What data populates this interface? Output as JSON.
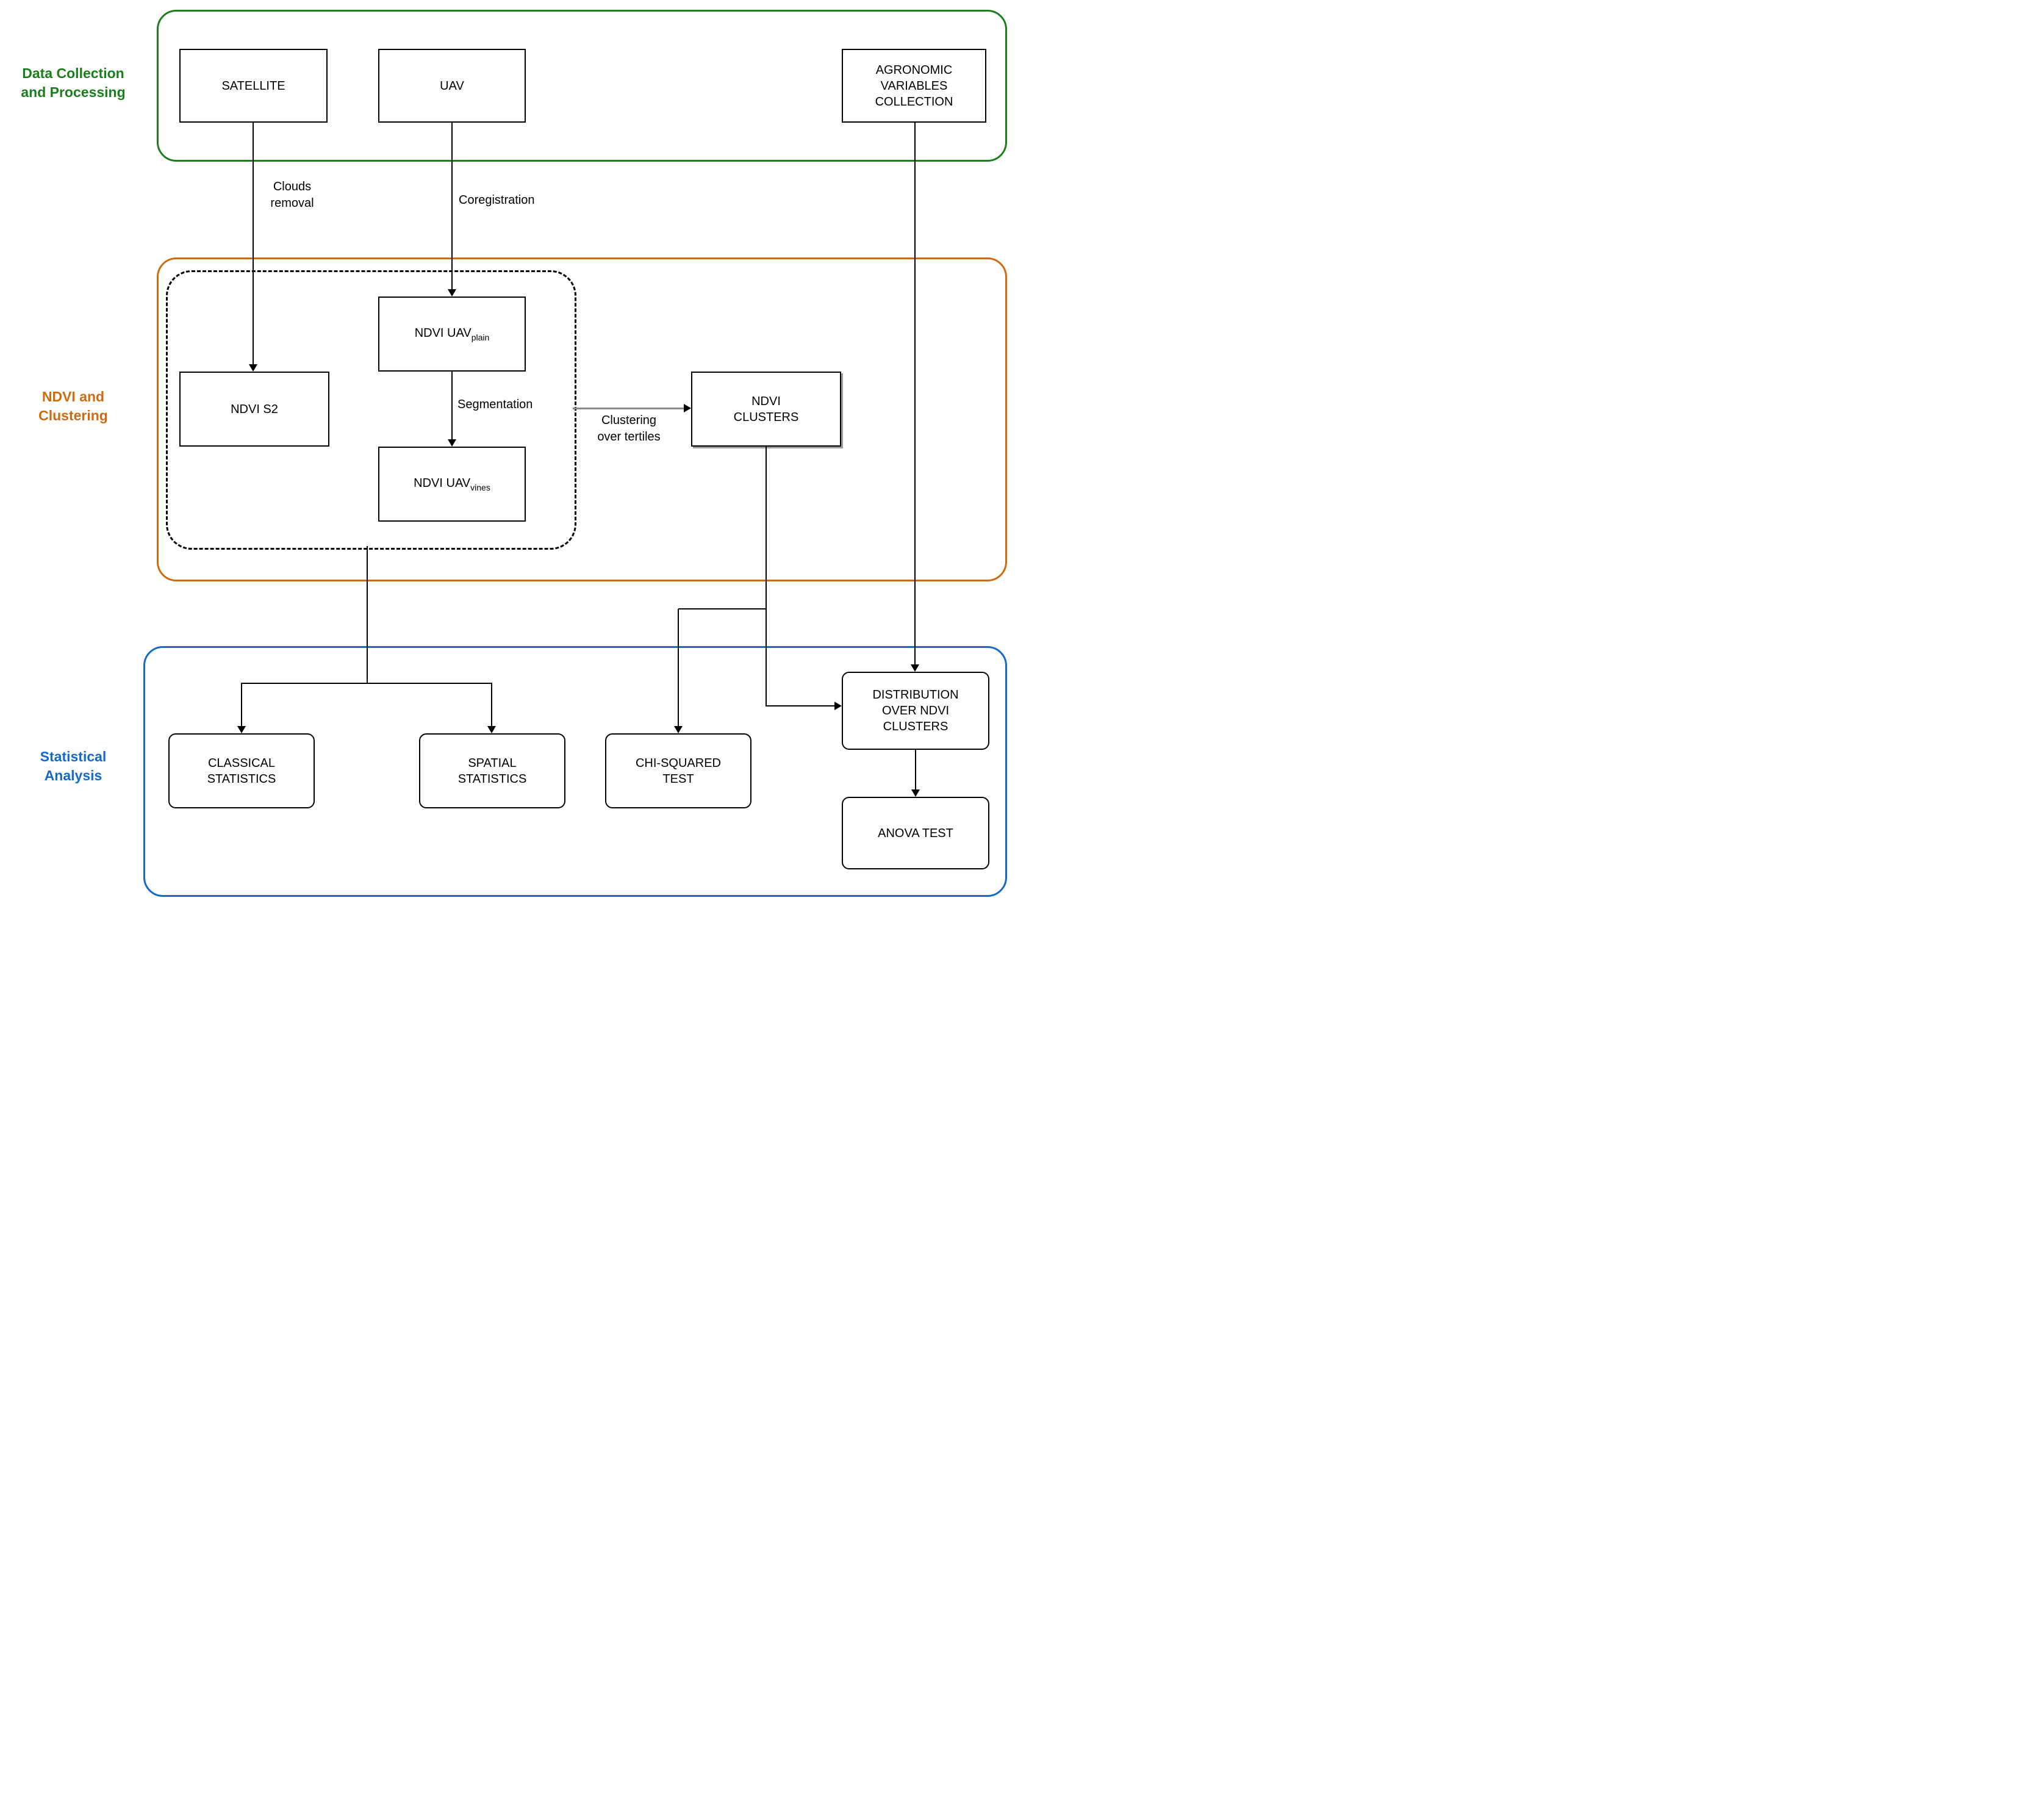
{
  "colors": {
    "section_green": "#1b7e1b",
    "section_orange": "#cf6b0e",
    "section_blue": "#1569c7",
    "connector_black": "#000000",
    "connector_gray": "#8a8a8a"
  },
  "sections": [
    {
      "id": "data-collection",
      "label": "Data Collection\nand Processing"
    },
    {
      "id": "ndvi-clustering",
      "label": "NDVI and\nClustering"
    },
    {
      "id": "statistical-analysis",
      "label": "Statistical\nAnalysis"
    }
  ],
  "nodes": {
    "satellite": {
      "label": "SATELLITE"
    },
    "uav": {
      "label": "UAV"
    },
    "agronomic": {
      "label": "AGRONOMIC\nVARIABLES\nCOLLECTION"
    },
    "ndvi_s2": {
      "label": "NDVI S2"
    },
    "ndvi_uav_plain": {
      "main": "NDVI UAV",
      "sub": "plain"
    },
    "ndvi_uav_vines": {
      "main": "NDVI UAV",
      "sub": "vines"
    },
    "ndvi_clusters": {
      "label": "NDVI\nCLUSTERS"
    },
    "classical_statistics": {
      "label": "CLASSICAL\nSTATISTICS"
    },
    "spatial_statistics": {
      "label": "SPATIAL\nSTATISTICS"
    },
    "chi_squared_test": {
      "label": "CHI-SQUARED\nTEST"
    },
    "distribution_over_ndvi_clusters": {
      "label": "DISTRIBUTION\nOVER NDVI\nCLUSTERS"
    },
    "anova_test": {
      "label": "ANOVA TEST"
    }
  },
  "edge_labels": {
    "clouds_removal": "Clouds\nremoval",
    "coregistration": "Coregistration",
    "segmentation": "Segmentation",
    "clustering_over_tertiles": "Clustering\nover tertiles"
  }
}
